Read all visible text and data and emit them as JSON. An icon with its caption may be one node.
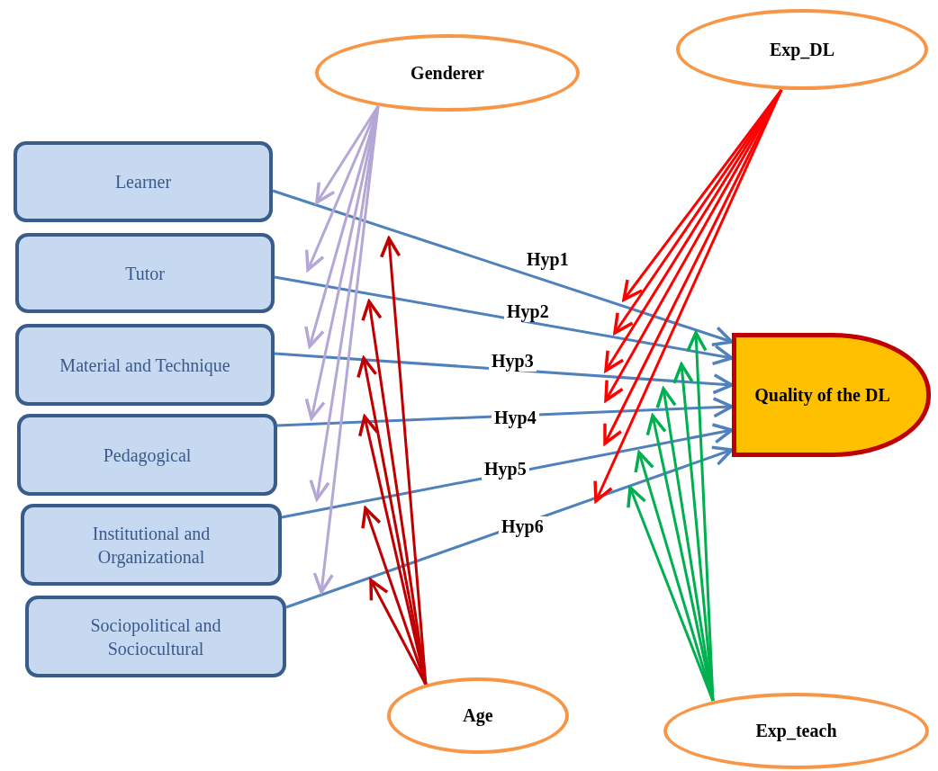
{
  "diagram": {
    "nodes": [
      {
        "text": [
          "Genderer"
        ]
      },
      {
        "text": [
          "Exp_DL"
        ]
      },
      {
        "text": [
          "Learner"
        ]
      },
      {
        "text": [
          "Tutor"
        ]
      },
      {
        "text": [
          "Material and Technique"
        ]
      },
      {
        "text": [
          "Pedagogical"
        ]
      },
      {
        "text": [
          "Institutional and Organizational"
        ]
      },
      {
        "text": [
          "Sociopolitical and Sociocultural"
        ]
      },
      {
        "text": [
          "Quality of the DL"
        ]
      },
      {
        "text": [
          "Age"
        ]
      },
      {
        "text": [
          "Exp_teach"
        ]
      }
    ],
    "edges": [
      {
        "from": 2,
        "to": 8,
        "arrow": "to",
        "label": "Hyp1",
        "color": "#4f81bd"
      },
      {
        "from": 3,
        "to": 8,
        "arrow": "to",
        "label": "Hyp2",
        "color": "#4f81bd"
      },
      {
        "from": 4,
        "to": 8,
        "arrow": "to",
        "label": "Hyp3",
        "color": "#4f81bd"
      },
      {
        "from": 5,
        "to": 8,
        "arrow": "to",
        "label": "Hyp4",
        "color": "#4f81bd"
      },
      {
        "from": 6,
        "to": 8,
        "arrow": "to",
        "label": "Hyp5",
        "color": "#4f81bd"
      },
      {
        "from": 7,
        "to": 8,
        "arrow": "to",
        "label": "Hyp6",
        "color": "#4f81bd"
      },
      {
        "from": 0,
        "to": null,
        "arrow": "to",
        "color": "#b4a7d6"
      },
      {
        "from": 0,
        "to": null,
        "arrow": "to",
        "color": "#b4a7d6"
      },
      {
        "from": 0,
        "to": null,
        "arrow": "to",
        "color": "#b4a7d6"
      },
      {
        "from": 0,
        "to": null,
        "arrow": "to",
        "color": "#b4a7d6"
      },
      {
        "from": 0,
        "to": null,
        "arrow": "to",
        "color": "#b4a7d6"
      },
      {
        "from": 0,
        "to": null,
        "arrow": "to",
        "color": "#b4a7d6"
      },
      {
        "from": 1,
        "to": null,
        "arrow": "to",
        "color": "#ff0000"
      },
      {
        "from": 1,
        "to": null,
        "arrow": "to",
        "color": "#ff0000"
      },
      {
        "from": 1,
        "to": null,
        "arrow": "to",
        "color": "#ff0000"
      },
      {
        "from": 1,
        "to": null,
        "arrow": "to",
        "color": "#ff0000"
      },
      {
        "from": 1,
        "to": null,
        "arrow": "to",
        "color": "#ff0000"
      },
      {
        "from": 1,
        "to": null,
        "arrow": "to",
        "color": "#ff0000"
      },
      {
        "from": 9,
        "to": null,
        "arrow": "to",
        "color": "#c00000"
      },
      {
        "from": 9,
        "to": null,
        "arrow": "to",
        "color": "#c00000"
      },
      {
        "from": 9,
        "to": null,
        "arrow": "to",
        "color": "#c00000"
      },
      {
        "from": 9,
        "to": null,
        "arrow": "to",
        "color": "#c00000"
      },
      {
        "from": 9,
        "to": null,
        "arrow": "to",
        "color": "#c00000"
      },
      {
        "from": 9,
        "to": null,
        "arrow": "to",
        "color": "#c00000"
      },
      {
        "from": 10,
        "to": null,
        "arrow": "to",
        "color": "#00b050"
      },
      {
        "from": 10,
        "to": null,
        "arrow": "to",
        "color": "#00b050"
      },
      {
        "from": 10,
        "to": null,
        "arrow": "to",
        "color": "#00b050"
      },
      {
        "from": 10,
        "to": null,
        "arrow": "to",
        "color": "#00b050"
      },
      {
        "from": 10,
        "to": null,
        "arrow": "to",
        "color": "#00b050"
      },
      {
        "from": 10,
        "to": null,
        "arrow": "to",
        "color": "#00b050"
      }
    ]
  }
}
